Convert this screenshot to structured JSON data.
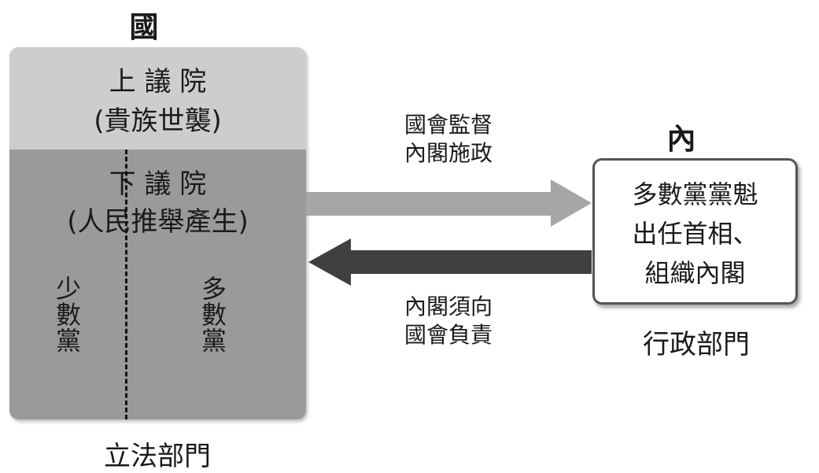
{
  "parliament": {
    "title": "國 會",
    "upper_house": {
      "name": "上 議 院",
      "desc": "(貴族世襲)"
    },
    "lower_house": {
      "name": "下 議 院",
      "desc": "(人民推舉產生)",
      "minority": "少數黨",
      "majority": "多數黨"
    },
    "branch": "立法部門"
  },
  "oversight_arrow": {
    "line1": "國會監督",
    "line2": "內閣施政"
  },
  "responsibility_arrow": {
    "line1": "內閣須向",
    "line2": "國會負責"
  },
  "cabinet": {
    "title": "內 閣",
    "lines": [
      "多數黨黨魁",
      "出任首相、",
      "組織內閣"
    ],
    "branch": "行政部門"
  },
  "colors": {
    "upper_house_fill": "#cdcdcd",
    "lower_house_fill": "#9a9a9a",
    "oversight_arrow": "#a6a6a6",
    "responsibility_arrow": "#404040",
    "cabinet_border": "#555555"
  }
}
